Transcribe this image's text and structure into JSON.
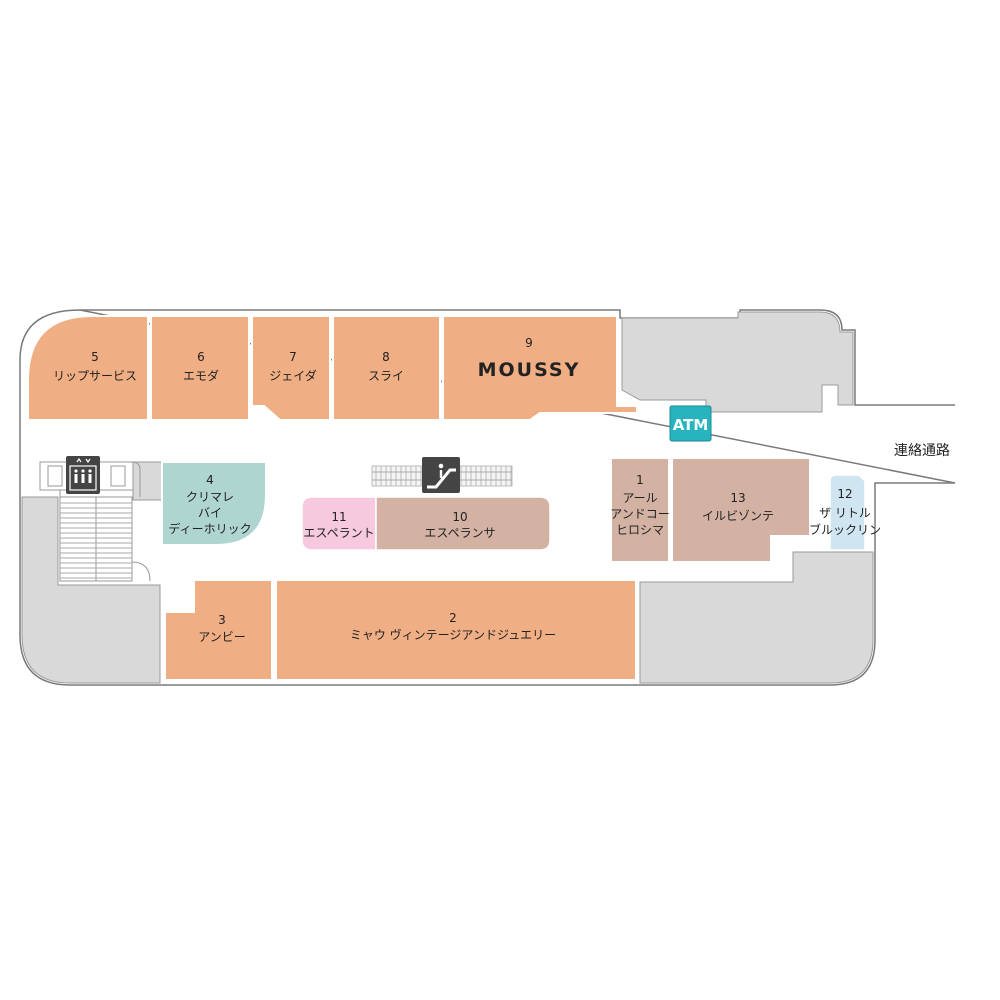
{
  "colors": {
    "fashion": "#EFAE84",
    "jewelry_goods": "#D3B2A4",
    "cosmetics": "#F6C9DF",
    "service": "#AFD5D0",
    "misc": "#CFE6F2",
    "closed_area": "#D9D9D9",
    "atm": "#28B4BE"
  },
  "shops": {
    "s1": {
      "number": "1",
      "name_lines": [
        "アール",
        "アンドコー",
        "ヒロシマ"
      ]
    },
    "s2": {
      "number": "2",
      "name_lines": [
        "ミャウ ヴィンテージアンドジュエリー"
      ]
    },
    "s3": {
      "number": "3",
      "name_lines": [
        "アンビー"
      ]
    },
    "s4": {
      "number": "4",
      "name_lines": [
        "クリマレ",
        "バイ",
        "ディーホリック"
      ]
    },
    "s5": {
      "number": "5",
      "name_lines": [
        "リップサービス"
      ]
    },
    "s6": {
      "number": "6",
      "name_lines": [
        "エモダ"
      ]
    },
    "s7": {
      "number": "7",
      "name_lines": [
        "ジェイダ"
      ]
    },
    "s8": {
      "number": "8",
      "name_lines": [
        "スライ"
      ]
    },
    "s9": {
      "number": "9",
      "name_lines": [
        "MOUSSY"
      ]
    },
    "s10": {
      "number": "10",
      "name_lines": [
        "エスペランサ"
      ]
    },
    "s11": {
      "number": "11",
      "name_lines": [
        "エスペラント"
      ]
    },
    "s12": {
      "number": "12",
      "name_lines": [
        "ザ リトル",
        "ブルックリン"
      ]
    },
    "s13": {
      "number": "13",
      "name_lines": [
        "イルビゾンテ"
      ]
    }
  },
  "facilities": {
    "atm_label": "ATM",
    "corridor_label": "連絡通路",
    "elevator_icon": "elevator-icon",
    "escalator_icon": "escalator-icon"
  }
}
